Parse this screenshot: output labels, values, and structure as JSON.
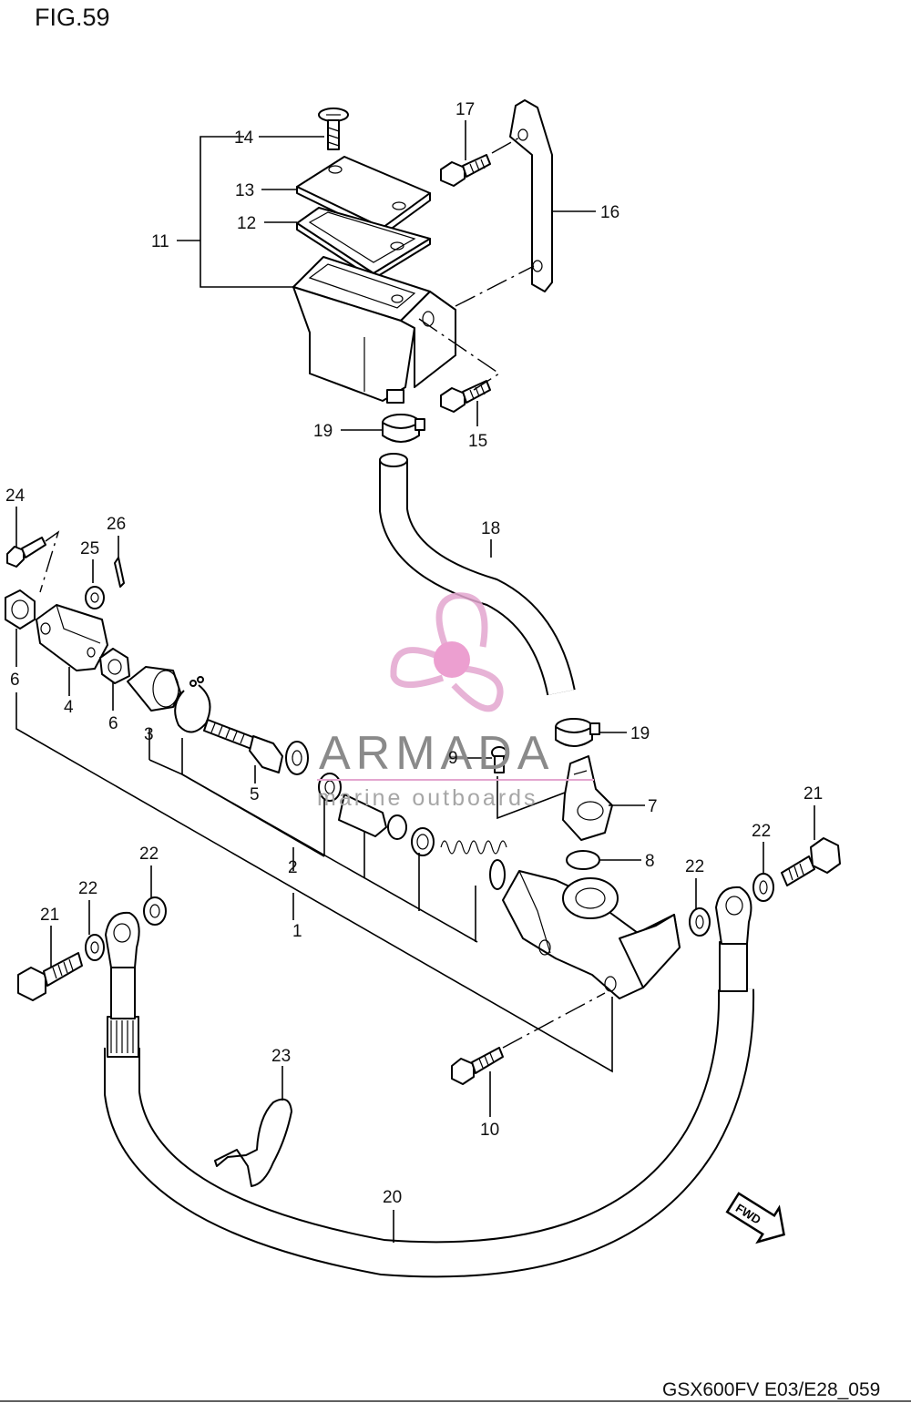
{
  "figure_title": "FIG.59",
  "footer_code": "GSX600FV E03/E28_059",
  "watermark": {
    "brand": "ARMADA",
    "tagline": "marine outboards",
    "logo_color": "#e3a6cf",
    "logo_hub_color": "#e98fc8"
  },
  "fwd_marker": "FWD",
  "callouts": {
    "c1": "1",
    "c2": "2",
    "c3": "3",
    "c4": "4",
    "c5": "5",
    "c6a": "6",
    "c6b": "6",
    "c7": "7",
    "c8": "8",
    "c9": "9",
    "c10": "10",
    "c11": "11",
    "c12": "12",
    "c13": "13",
    "c14": "14",
    "c15": "15",
    "c16": "16",
    "c17": "17",
    "c18": "18",
    "c19a": "19",
    "c19b": "19",
    "c20": "20",
    "c21a": "21",
    "c21b": "21",
    "c22a": "22",
    "c22b": "22",
    "c22c": "22",
    "c22d": "22",
    "c23": "23",
    "c24": "24",
    "c25": "25",
    "c26": "26"
  }
}
